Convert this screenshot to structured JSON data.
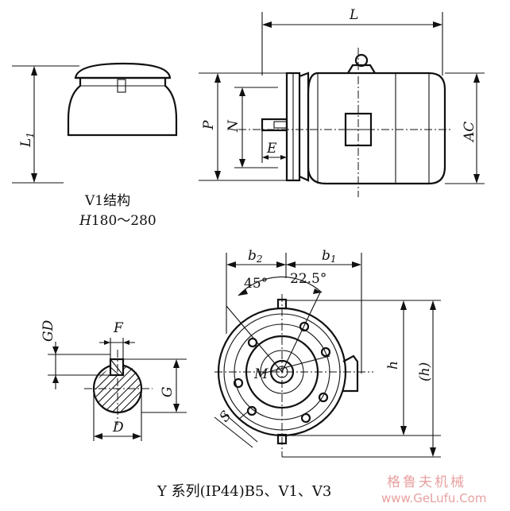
{
  "labels": {
    "L": "L",
    "L1": "L",
    "L1_sub": "1",
    "P": "P",
    "N": "N",
    "E": "E",
    "AC": "AC",
    "b2": "b",
    "b2_sub": "2",
    "b1": "b",
    "b1_sub": "1",
    "angle45": "45°",
    "angle225": "22.5°",
    "M": "M",
    "S": "S",
    "h": "h",
    "h_paren": "(h)",
    "GD": "GD",
    "F": "F",
    "G": "G",
    "D": "D"
  },
  "v1_caption": {
    "line1": "V1结构",
    "line2_italic": "H",
    "line2_rest": "180～280"
  },
  "figure_caption": "Y 系列(IP44)B5、V1、V3",
  "watermark": {
    "cn": "格鲁夫机械",
    "url": "www.GeLufu.Com"
  }
}
